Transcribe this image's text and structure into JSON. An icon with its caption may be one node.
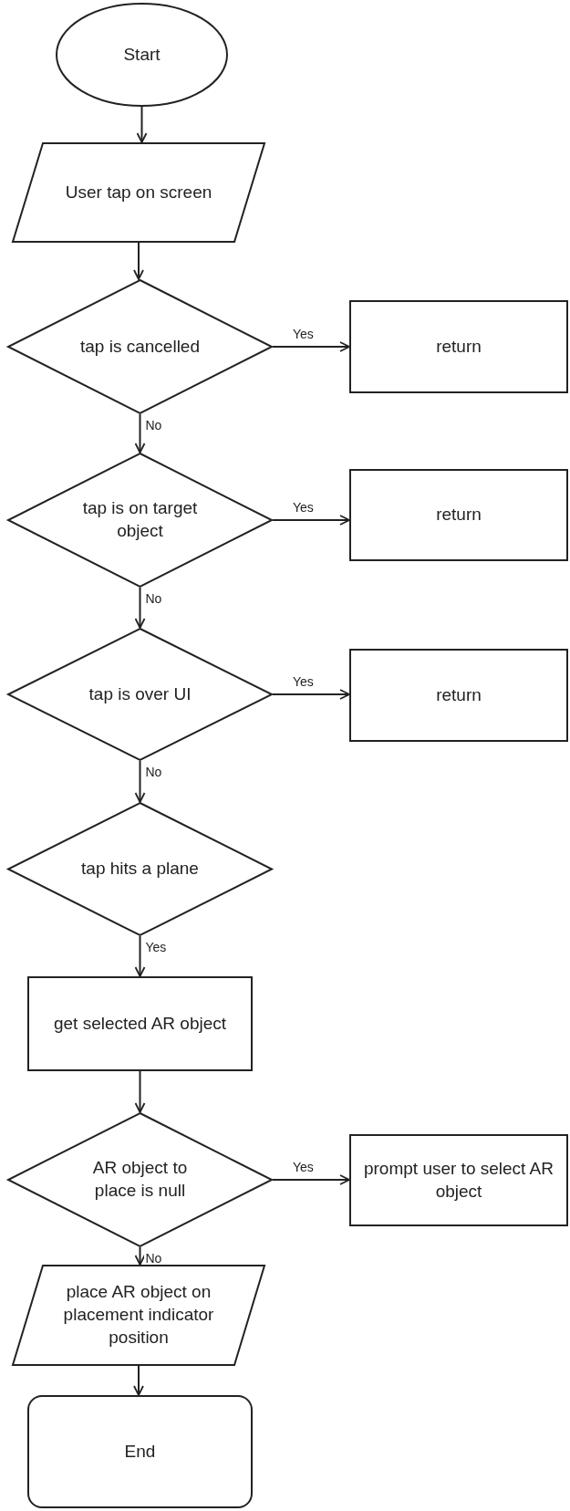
{
  "diagram": {
    "nodes": [
      {
        "text": [
          "Start"
        ]
      },
      {
        "text": [
          "User tap on screen"
        ]
      },
      {
        "text": [
          "tap is cancelled"
        ]
      },
      {
        "text": [
          "return"
        ]
      },
      {
        "text": [
          "tap is on target object"
        ]
      },
      {
        "text": [
          "return"
        ]
      },
      {
        "text": [
          "tap is over UI"
        ]
      },
      {
        "text": [
          "return"
        ]
      },
      {
        "text": [
          "tap hits a plane"
        ]
      },
      {
        "text": [
          "get selected AR object"
        ]
      },
      {
        "text": [
          "AR object to place is null"
        ]
      },
      {
        "text": [
          "prompt user to select AR object"
        ]
      },
      {
        "text": [
          "place AR object on placement indicator position"
        ]
      },
      {
        "text": [
          "End"
        ]
      }
    ],
    "edges": [
      {
        "from": 0,
        "to": 1,
        "arrow": "to"
      },
      {
        "from": 1,
        "to": 2,
        "arrow": "to"
      },
      {
        "from": 2,
        "to": 3,
        "arrow": "to",
        "label": "Yes"
      },
      {
        "from": 2,
        "to": 4,
        "arrow": "to",
        "label": "No"
      },
      {
        "from": 4,
        "to": 5,
        "arrow": "to",
        "label": "Yes"
      },
      {
        "from": 4,
        "to": 6,
        "arrow": "to",
        "label": "No"
      },
      {
        "from": 6,
        "to": 7,
        "arrow": "to",
        "label": "Yes"
      },
      {
        "from": 6,
        "to": 8,
        "arrow": "to",
        "label": "No"
      },
      {
        "from": 8,
        "to": 9,
        "arrow": "to",
        "label": "Yes"
      },
      {
        "from": 9,
        "to": 10,
        "arrow": "to"
      },
      {
        "from": 10,
        "to": 11,
        "arrow": "to",
        "label": "Yes"
      },
      {
        "from": 10,
        "to": 12,
        "arrow": "to",
        "label": "No"
      },
      {
        "from": 12,
        "to": 13,
        "arrow": "to"
      }
    ]
  }
}
